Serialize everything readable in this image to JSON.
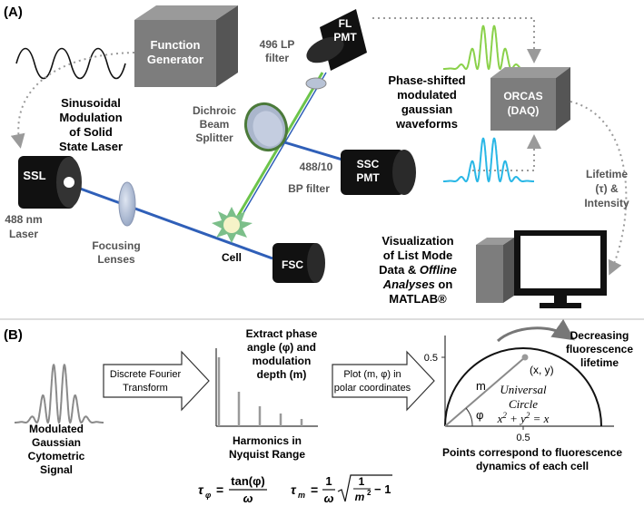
{
  "panel_a": {
    "tag": "(A)",
    "function_generator": [
      "Function",
      "Generator"
    ],
    "sinusoidal": [
      "Sinusoidal",
      "Modulation",
      "of Solid",
      "State Laser"
    ],
    "ssl": "SSL",
    "laser": [
      "488 nm",
      "Laser"
    ],
    "focusing": [
      "Focusing",
      "Lenses"
    ],
    "cell": "Cell",
    "dichroic": [
      "Dichroic",
      "Beam",
      "Splitter"
    ],
    "lp_filter": [
      "496 LP",
      "filter"
    ],
    "fl_pmt": [
      "FL",
      "PMT"
    ],
    "ssc_pmt": [
      "SSC",
      "PMT"
    ],
    "bp_filter": [
      "488/10",
      "BP filter"
    ],
    "fsc": "FSC",
    "phase": [
      "Phase-shifted",
      "modulated",
      "gaussian",
      "waveforms"
    ],
    "orcas": [
      "ORCAS",
      "(DAQ)"
    ],
    "lifetime": [
      "Lifetime",
      "(τ) &",
      "Intensity"
    ],
    "visualization": [
      "Visualization",
      "of List Mode",
      "Data & ",
      "Offline",
      "Analyses",
      " on",
      "MATLAB®"
    ]
  },
  "panel_b": {
    "tag": "(B)",
    "signal": [
      "Modulated",
      "Gaussian",
      "Cytometric",
      "Signal"
    ],
    "dft": [
      "Discrete Fourier",
      "Transform"
    ],
    "extract": [
      "Extract phase",
      "angle (φ) and",
      "modulation",
      "depth (m)"
    ],
    "harmonics": [
      "Harmonics in",
      "Nyquist Range"
    ],
    "plot": [
      "Plot (m, φ) in",
      "polar coordinates"
    ],
    "decreasing": [
      "Decreasing",
      "fluorescence",
      "lifetime"
    ],
    "tick_y": "0.5",
    "tick_x": "0.5",
    "point": "(x, y)",
    "m_label": "m",
    "phi_label": "φ",
    "universal": [
      "Universal",
      "Circle"
    ],
    "points_note": [
      "Points correspond to fluorescence",
      "dynamics of each cell"
    ],
    "eq_tau_phi": {
      "lhs": "τ",
      "sub": "φ",
      "num": "tan(φ)",
      "den": "ω"
    },
    "eq_tau_m": {
      "lhs": "τ",
      "sub": "m",
      "num": "1",
      "den": "ω",
      "inner_num": "1",
      "inner_den": "m",
      "sq": "2",
      "minus": "− 1"
    }
  },
  "colors": {
    "green_wave": "#8ad14a",
    "cyan_wave": "#29b7e6",
    "beam_blue": "#2f5fb8",
    "beam_green": "#6cc44a",
    "gray_wave": "#8a8a8a"
  }
}
